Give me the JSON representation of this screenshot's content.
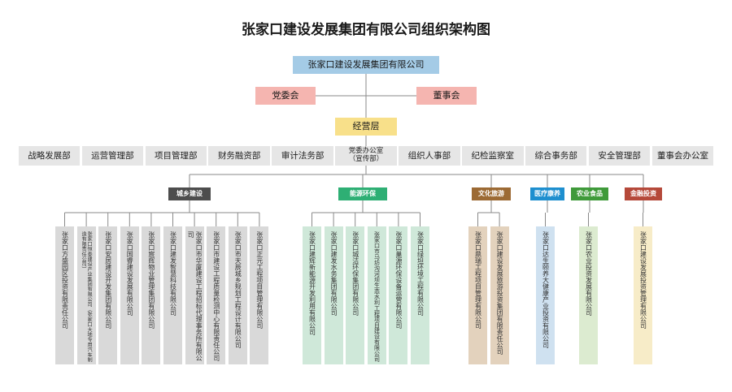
{
  "title": "张家口建设发展集团有限公司组织架构图",
  "group": "张家口建设发展集团有限公司",
  "councils": [
    "党委会",
    "董事会"
  ],
  "management": "经营层",
  "departments": [
    "战略发展部",
    "运营管理部",
    "项目管理部",
    "财务融资部",
    "审计法务部",
    "党委办公室\n（宣传部）",
    "组织人事部",
    "纪检监察室",
    "综合事务部",
    "安全管理部",
    "董事会办公室"
  ],
  "sectors": [
    {
      "name": "城乡建设",
      "color": "#4d4d4d",
      "company_color": "#d9d9d9",
      "companies": [
        "张家口方盛园区投资有限责任公司",
        "张家口恒泰建设产业集团有限公司（张家口大地专用汽车制造有限责任公司）",
        "张家口安居建设开发集团有限公司",
        "张家口国睿建设发展有限公司",
        "张家口宸辉物业管理集团有限公司",
        "张家口建发智慧科技有限公司",
        "张家口市华厦建设工程招标代理事务所有限公司",
        "张家口市建设工程质量检测中心有限责任公司",
        "张家口市天辰城乡规划工程设计有限公司",
        "张家口正元工程项目管理有限公司"
      ]
    },
    {
      "name": "能源环保",
      "color": "#2eaf74",
      "company_color": "#cfe8d9",
      "companies": [
        "张家口建辉新能源开发利用有限公司",
        "张家口建发水务集团有限公司",
        "张家口城洁环保集团有限公司",
        "张家口市马坊沟河坝生态水利工程项目建设有限公司",
        "张家口巢源环保设备运营有限公司",
        "张家口绿坦环境工程有限公司"
      ]
    },
    {
      "name": "文化旅游",
      "color": "#9c6a34",
      "company_color": "#e3d2bd",
      "companies": [
        "张家口鼎瑞工程项目管理有限公司",
        "张家口建设发展旅游投资集团有限责任公司"
      ]
    },
    {
      "name": "医疗康养",
      "color": "#1e8fcf",
      "company_color": "#cfe1f0",
      "companies": [
        "张家口达生颐养大健康产业投资有限公司"
      ]
    },
    {
      "name": "农业食品",
      "color": "#3f9a3a",
      "company_color": "#dcebd0",
      "companies": [
        "张家口农业投资发展有限公司"
      ]
    },
    {
      "name": "金融投资",
      "color": "#b5493a",
      "company_color": "#f7ecc8",
      "companies": [
        "张家口建设发展投资管理有限公司"
      ]
    }
  ]
}
